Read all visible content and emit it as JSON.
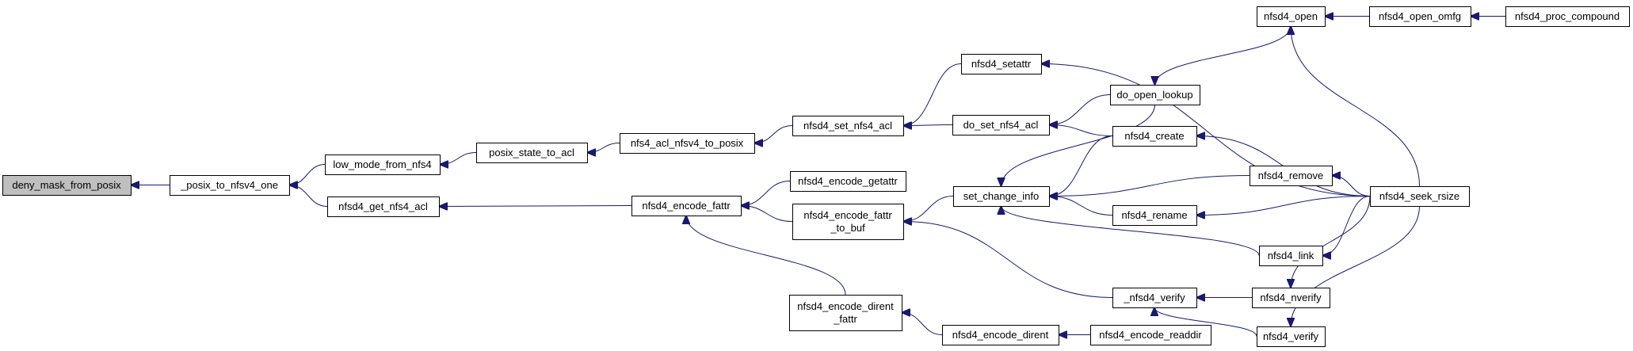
{
  "diagram": {
    "root": "deny_mask_from_posix",
    "nodes": [
      {
        "id": "deny_mask_from_posix",
        "lines": [
          "deny_mask_from_posix"
        ]
      },
      {
        "id": "_posix_to_nfsv4_one",
        "lines": [
          "_posix_to_nfsv4_one"
        ]
      },
      {
        "id": "low_mode_from_nfs4",
        "lines": [
          "low_mode_from_nfs4"
        ]
      },
      {
        "id": "nfsd4_get_nfs4_acl",
        "lines": [
          "nfsd4_get_nfs4_acl"
        ]
      },
      {
        "id": "posix_state_to_acl",
        "lines": [
          "posix_state_to_acl"
        ]
      },
      {
        "id": "nfs4_acl_nfsv4_to_posix",
        "lines": [
          "nfs4_acl_nfsv4_to_posix"
        ]
      },
      {
        "id": "nfsd4_set_nfs4_acl",
        "lines": [
          "nfsd4_set_nfs4_acl"
        ]
      },
      {
        "id": "nfsd4_setattr",
        "lines": [
          "nfsd4_setattr"
        ]
      },
      {
        "id": "do_set_nfs4_acl",
        "lines": [
          "do_set_nfs4_acl"
        ]
      },
      {
        "id": "nfsd4_encode_fattr",
        "lines": [
          "nfsd4_encode_fattr"
        ]
      },
      {
        "id": "nfsd4_encode_getattr",
        "lines": [
          "nfsd4_encode_getattr"
        ]
      },
      {
        "id": "nfsd4_encode_fattr_to_buf",
        "lines": [
          "nfsd4_encode_fattr",
          "_to_buf"
        ]
      },
      {
        "id": "nfsd4_encode_dirent_fattr",
        "lines": [
          "nfsd4_encode_dirent",
          "_fattr"
        ]
      },
      {
        "id": "set_change_info",
        "lines": [
          "set_change_info"
        ]
      },
      {
        "id": "nfsd4_encode_dirent",
        "lines": [
          "nfsd4_encode_dirent"
        ]
      },
      {
        "id": "do_open_lookup",
        "lines": [
          "do_open_lookup"
        ]
      },
      {
        "id": "nfsd4_create",
        "lines": [
          "nfsd4_create"
        ]
      },
      {
        "id": "nfsd4_rename",
        "lines": [
          "nfsd4_rename"
        ]
      },
      {
        "id": "_nfsd4_verify",
        "lines": [
          "_nfsd4_verify"
        ]
      },
      {
        "id": "nfsd4_encode_readdir",
        "lines": [
          "nfsd4_encode_readdir"
        ]
      },
      {
        "id": "nfsd4_open",
        "lines": [
          "nfsd4_open"
        ]
      },
      {
        "id": "nfsd4_remove",
        "lines": [
          "nfsd4_remove"
        ]
      },
      {
        "id": "nfsd4_link",
        "lines": [
          "nfsd4_link"
        ]
      },
      {
        "id": "nfsd4_nverify",
        "lines": [
          "nfsd4_nverify"
        ]
      },
      {
        "id": "nfsd4_verify",
        "lines": [
          "nfsd4_verify"
        ]
      },
      {
        "id": "nfsd4_open_omfg",
        "lines": [
          "nfsd4_open_omfg"
        ]
      },
      {
        "id": "nfsd4_seek_rsize",
        "lines": [
          "nfsd4_seek_rsize"
        ]
      },
      {
        "id": "nfsd4_proc_compound",
        "lines": [
          "nfsd4_proc_compound"
        ]
      }
    ],
    "edges": [
      {
        "from": "_posix_to_nfsv4_one",
        "to": "deny_mask_from_posix"
      },
      {
        "from": "low_mode_from_nfs4",
        "to": "_posix_to_nfsv4_one"
      },
      {
        "from": "nfsd4_get_nfs4_acl",
        "to": "_posix_to_nfsv4_one"
      },
      {
        "from": "posix_state_to_acl",
        "to": "low_mode_from_nfs4"
      },
      {
        "from": "nfs4_acl_nfsv4_to_posix",
        "to": "posix_state_to_acl"
      },
      {
        "from": "nfsd4_set_nfs4_acl",
        "to": "nfs4_acl_nfsv4_to_posix"
      },
      {
        "from": "nfsd4_setattr",
        "to": "nfsd4_set_nfs4_acl"
      },
      {
        "from": "do_set_nfs4_acl",
        "to": "nfsd4_set_nfs4_acl"
      },
      {
        "from": "nfsd4_encode_fattr",
        "to": "nfsd4_get_nfs4_acl"
      },
      {
        "from": "nfsd4_encode_getattr",
        "to": "nfsd4_encode_fattr"
      },
      {
        "from": "nfsd4_encode_fattr_to_buf",
        "to": "nfsd4_encode_fattr"
      },
      {
        "from": "nfsd4_encode_dirent_fattr",
        "to": "nfsd4_encode_fattr"
      },
      {
        "from": "set_change_info",
        "to": "nfsd4_encode_fattr_to_buf"
      },
      {
        "from": "_nfsd4_verify",
        "to": "nfsd4_encode_fattr_to_buf"
      },
      {
        "from": "nfsd4_encode_dirent",
        "to": "nfsd4_encode_dirent_fattr"
      },
      {
        "from": "nfsd4_encode_readdir",
        "to": "nfsd4_encode_dirent"
      },
      {
        "from": "do_open_lookup",
        "to": "do_set_nfs4_acl"
      },
      {
        "from": "nfsd4_create",
        "to": "do_set_nfs4_acl"
      },
      {
        "from": "do_open_lookup",
        "to": "set_change_info"
      },
      {
        "from": "nfsd4_create",
        "to": "set_change_info"
      },
      {
        "from": "nfsd4_remove",
        "to": "set_change_info"
      },
      {
        "from": "nfsd4_rename",
        "to": "set_change_info"
      },
      {
        "from": "nfsd4_link",
        "to": "set_change_info"
      },
      {
        "from": "nfsd4_open",
        "to": "do_open_lookup"
      },
      {
        "from": "nfsd4_open_omfg",
        "to": "nfsd4_open"
      },
      {
        "from": "nfsd4_proc_compound",
        "to": "nfsd4_open_omfg"
      },
      {
        "from": "nfsd4_seek_rsize",
        "to": "nfsd4_setattr"
      },
      {
        "from": "nfsd4_seek_rsize",
        "to": "nfsd4_open"
      },
      {
        "from": "nfsd4_seek_rsize",
        "to": "nfsd4_create"
      },
      {
        "from": "nfsd4_seek_rsize",
        "to": "nfsd4_remove"
      },
      {
        "from": "nfsd4_seek_rsize",
        "to": "nfsd4_rename"
      },
      {
        "from": "nfsd4_seek_rsize",
        "to": "nfsd4_link"
      },
      {
        "from": "nfsd4_seek_rsize",
        "to": "nfsd4_nverify"
      },
      {
        "from": "nfsd4_seek_rsize",
        "to": "nfsd4_verify"
      },
      {
        "from": "nfsd4_nverify",
        "to": "_nfsd4_verify"
      },
      {
        "from": "nfsd4_verify",
        "to": "_nfsd4_verify"
      }
    ],
    "colors": {
      "edge": "#191970",
      "root_fill": "#bfbfbf",
      "node_fill": "#ffffff",
      "node_border": "#000000"
    }
  }
}
